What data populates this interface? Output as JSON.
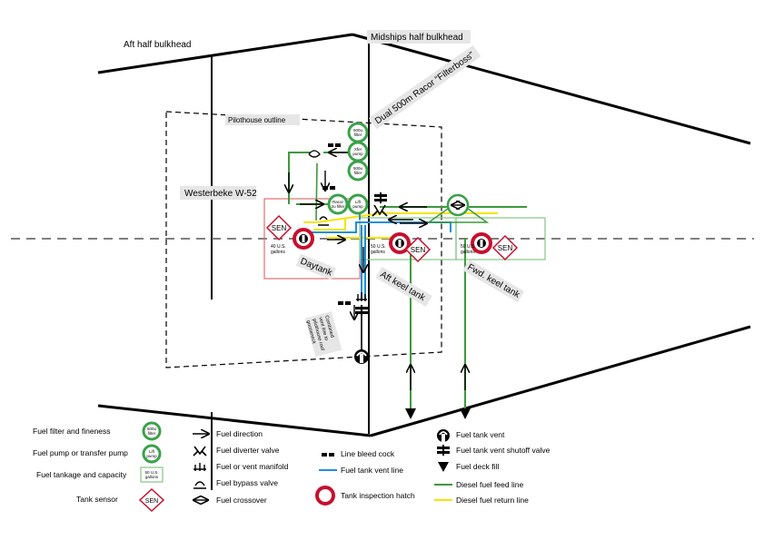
{
  "labels": {
    "aft_bulkhead": "Aft half bulkhead",
    "midships_bulkhead": "Midships half bulkhead",
    "racor": "Dual 500m Racor “Filterboss”",
    "pilothouse": "Pilothouse outline",
    "engine": "Westerbeke W-52",
    "daytank": "Daytank",
    "aft_keel_tank": "Aft keel tank",
    "fwd_keel_tank": "Fwd. keel tank",
    "vent_note_1": "Combined",
    "vent_note_2": "vent line to",
    "vent_note_3": "pilothouse roof",
    "vent_note_4": "gooseneck"
  },
  "components": {
    "filter_top": [
      "500u",
      "filter"
    ],
    "xfer_pump": [
      "Xfer",
      "pump"
    ],
    "filter_mid": [
      "500u",
      "filter"
    ],
    "racor_filter": [
      "Racor",
      "2u filter"
    ],
    "lift_pump": [
      "Lift",
      "pump"
    ],
    "sensor": "SEN",
    "daytank_capacity": [
      "40 U.S.",
      "gallons"
    ],
    "aft_keel_capacity": [
      "50 U.S.",
      "gallons"
    ],
    "fwd_keel_capacity": [
      "50 U.S.",
      "gallons"
    ]
  },
  "legend": {
    "left": [
      {
        "label": "Fuel filter and fineness",
        "symbol": [
          "500u",
          "filter"
        ]
      },
      {
        "label": "Fuel pump or transfer pump",
        "symbol": [
          "Lift",
          "pump"
        ]
      },
      {
        "label": "Fuel tankage and capacity",
        "symbol": [
          "50 U.S.",
          "gallons"
        ]
      },
      {
        "label": "Tank sensor",
        "symbol": [
          "SEN"
        ]
      }
    ],
    "middle": [
      {
        "label": "Fuel direction"
      },
      {
        "label": "Fuel diverter valve"
      },
      {
        "label": "Fuel or vent manifold"
      },
      {
        "label": "Fuel bypass valve"
      },
      {
        "label": "Fuel crossover"
      }
    ],
    "right_a": [
      {
        "label": "Line bleed cock"
      },
      {
        "label": "Fuel tank vent line"
      },
      {
        "label": "Tank inspection hatch"
      }
    ],
    "right_b": [
      {
        "label": "Fuel tank vent"
      },
      {
        "label": "Fuel tank vent shutoff valve"
      },
      {
        "label": "Fuel deck fill"
      },
      {
        "label": "Diesel fuel feed line"
      },
      {
        "label": "Diesel fuel return line"
      }
    ]
  },
  "colors": {
    "feed_line": "#3c9a3c",
    "return_line": "#f5e400",
    "vent_line": "#1f8fd6",
    "hatch": "#c8102e",
    "filter_ring": "#3aa14a",
    "daytank_outline": "#e07070",
    "keel_tank_outline": "#8fc98f",
    "label_bg": "#e6e6e6"
  }
}
